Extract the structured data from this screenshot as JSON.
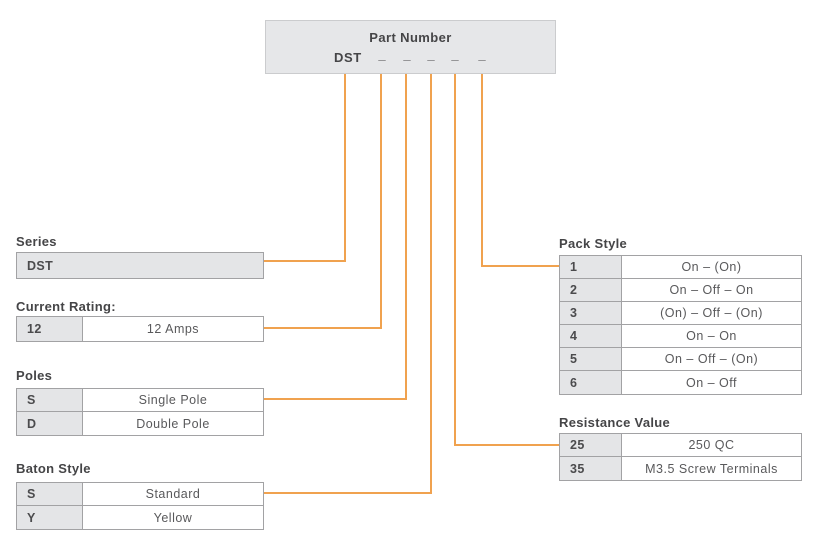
{
  "part_number_box": {
    "title": "Part Number",
    "prefix": "DST",
    "blanks": [
      "_",
      "_",
      "_",
      "_",
      "_"
    ]
  },
  "colors": {
    "connector_orange": "#F0A24F",
    "cell_gray": "#E4E5E7",
    "box_gray": "#E6E7E9",
    "table_border": "#A2A2A4",
    "text_dark": "#454547",
    "text_value": "#59595B"
  },
  "tables": {
    "series": {
      "label": "Series",
      "rows": [
        {
          "key": "DST",
          "value": ""
        }
      ]
    },
    "current_rating": {
      "label": "Current Rating:",
      "rows": [
        {
          "key": "12",
          "value": "12 Amps"
        }
      ]
    },
    "poles": {
      "label": "Poles",
      "rows": [
        {
          "key": "S",
          "value": "Single Pole"
        },
        {
          "key": "D",
          "value": "Double Pole"
        }
      ]
    },
    "baton_style": {
      "label": "Baton Style",
      "rows": [
        {
          "key": "S",
          "value": "Standard"
        },
        {
          "key": "Y",
          "value": "Yellow"
        }
      ]
    },
    "pack_style": {
      "label": "Pack Style",
      "rows": [
        {
          "key": "1",
          "value": "On – (On)"
        },
        {
          "key": "2",
          "value": "On – Off – On"
        },
        {
          "key": "3",
          "value": "(On) – Off – (On)"
        },
        {
          "key": "4",
          "value": "On – On"
        },
        {
          "key": "5",
          "value": "On – Off – (On)"
        },
        {
          "key": "6",
          "value": "On – Off"
        }
      ]
    },
    "resistance_value": {
      "label": "Resistance Value",
      "rows": [
        {
          "key": "25",
          "value": "250 QC"
        },
        {
          "key": "35",
          "value": "M3.5 Screw Terminals"
        }
      ]
    }
  }
}
